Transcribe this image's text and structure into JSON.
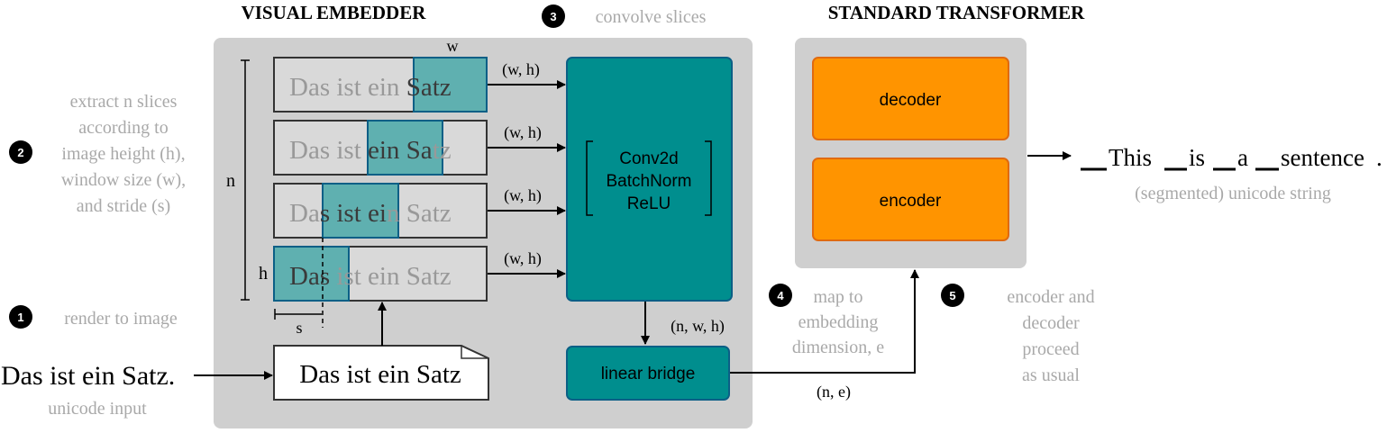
{
  "titles": {
    "visual_embedder": "VISUAL EMBEDDER",
    "standard_transformer": "STANDARD TRANSFORMER"
  },
  "steps": {
    "s1": {
      "number": "1",
      "lines": [
        "render to image"
      ]
    },
    "s2": {
      "number": "2",
      "lines": [
        "extract n slices",
        "according to",
        "image height (h),",
        "window size (w),",
        "and stride (s)"
      ]
    },
    "s3": {
      "number": "3",
      "lines": [
        "convolve slices"
      ]
    },
    "s4": {
      "number": "4",
      "lines": [
        "map to",
        "embedding",
        "dimension, e"
      ]
    },
    "s5": {
      "number": "5",
      "lines": [
        "encoder and",
        "decoder",
        "proceed",
        "as usual"
      ]
    }
  },
  "input": {
    "sentence": "Das ist ein Satz.",
    "caption": "unicode input"
  },
  "rendered_image": {
    "text": "Das ist ein Satz"
  },
  "slices": {
    "text_parts": [
      [
        "Das ist ein ",
        "Satz"
      ],
      [
        "Das ist ",
        "ein Sa",
        "tz"
      ],
      [
        "Da",
        "s ist ei",
        "n Satz"
      ],
      [
        "Das",
        " ist ein Satz"
      ]
    ],
    "arrow_label": "(w, h)"
  },
  "dimension_labels": {
    "w": "w",
    "n": "n",
    "h": "h",
    "s": "s"
  },
  "conv_block": {
    "lines": [
      "Conv2d",
      "BatchNorm",
      "ReLU"
    ]
  },
  "conv_output_label": "(n, w, h)",
  "linear_bridge": {
    "label": "linear bridge"
  },
  "bridge_output_label": "(n, e)",
  "transformer": {
    "decoder": "decoder",
    "encoder": "encoder"
  },
  "output": {
    "tokens": [
      "This",
      "is",
      "a",
      "sentence",
      "."
    ],
    "caption": "(segmented) unicode string"
  },
  "colors": {
    "panel": "#cfcfcf",
    "teal": "#008e8e",
    "teal_border": "#0b5f86",
    "slice_window": "#5fb0b0",
    "orange": "#ff9400",
    "orange_border": "#e06a10",
    "grey_text": "#a9a9a9",
    "dark": "#000000"
  }
}
